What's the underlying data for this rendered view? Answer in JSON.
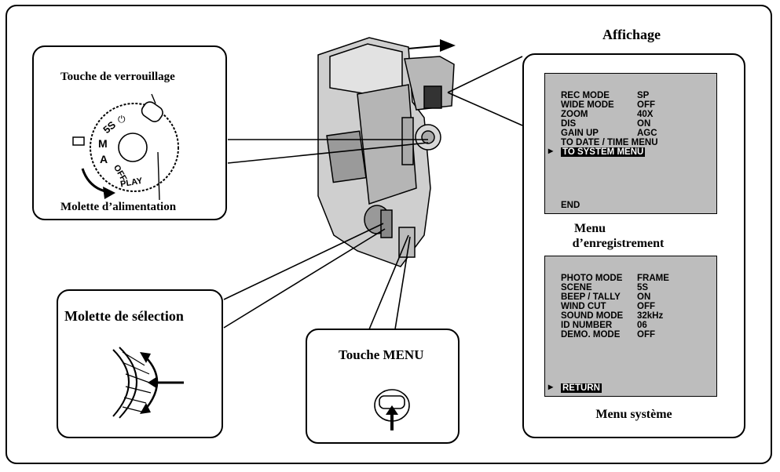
{
  "labels": {
    "display_title": "Affichage",
    "lock_button": "Touche de verrouillage",
    "power_dial": "Molette d’alimentation",
    "selection_dial": "Molette de sélection",
    "menu_button": "Touche MENU",
    "rec_menu_line1": "Menu",
    "rec_menu_line2": "d’enregistrement",
    "system_menu": "Menu système"
  },
  "dial_marks": [
    "5S",
    "M",
    "A",
    "OFF",
    "PLAY"
  ],
  "rec_menu": {
    "rows": [
      {
        "name": "REC MODE",
        "value": "SP"
      },
      {
        "name": "WIDE MODE",
        "value": "OFF"
      },
      {
        "name": "ZOOM",
        "value": "40X"
      },
      {
        "name": "DIS",
        "value": "ON"
      },
      {
        "name": "GAIN UP",
        "value": "AGC"
      }
    ],
    "link_date": "TO DATE / TIME MENU",
    "link_system": "TO SYSTEM MENU",
    "end": "END"
  },
  "system_menu": {
    "rows": [
      {
        "name": "PHOTO MODE",
        "value": "FRAME"
      },
      {
        "name": "SCENE",
        "value": "5S"
      },
      {
        "name": "BEEP / TALLY",
        "value": "ON"
      },
      {
        "name": "WIND CUT",
        "value": "OFF"
      },
      {
        "name": "SOUND MODE",
        "value": "32kHz"
      },
      {
        "name": "ID NUMBER",
        "value": "06"
      },
      {
        "name": "DEMO. MODE",
        "value": "OFF"
      }
    ],
    "return": "RETURN"
  },
  "colors": {
    "screen_gray": "#bdbdbd",
    "camera_gray": "#c8c8c8",
    "line": "#000000"
  }
}
